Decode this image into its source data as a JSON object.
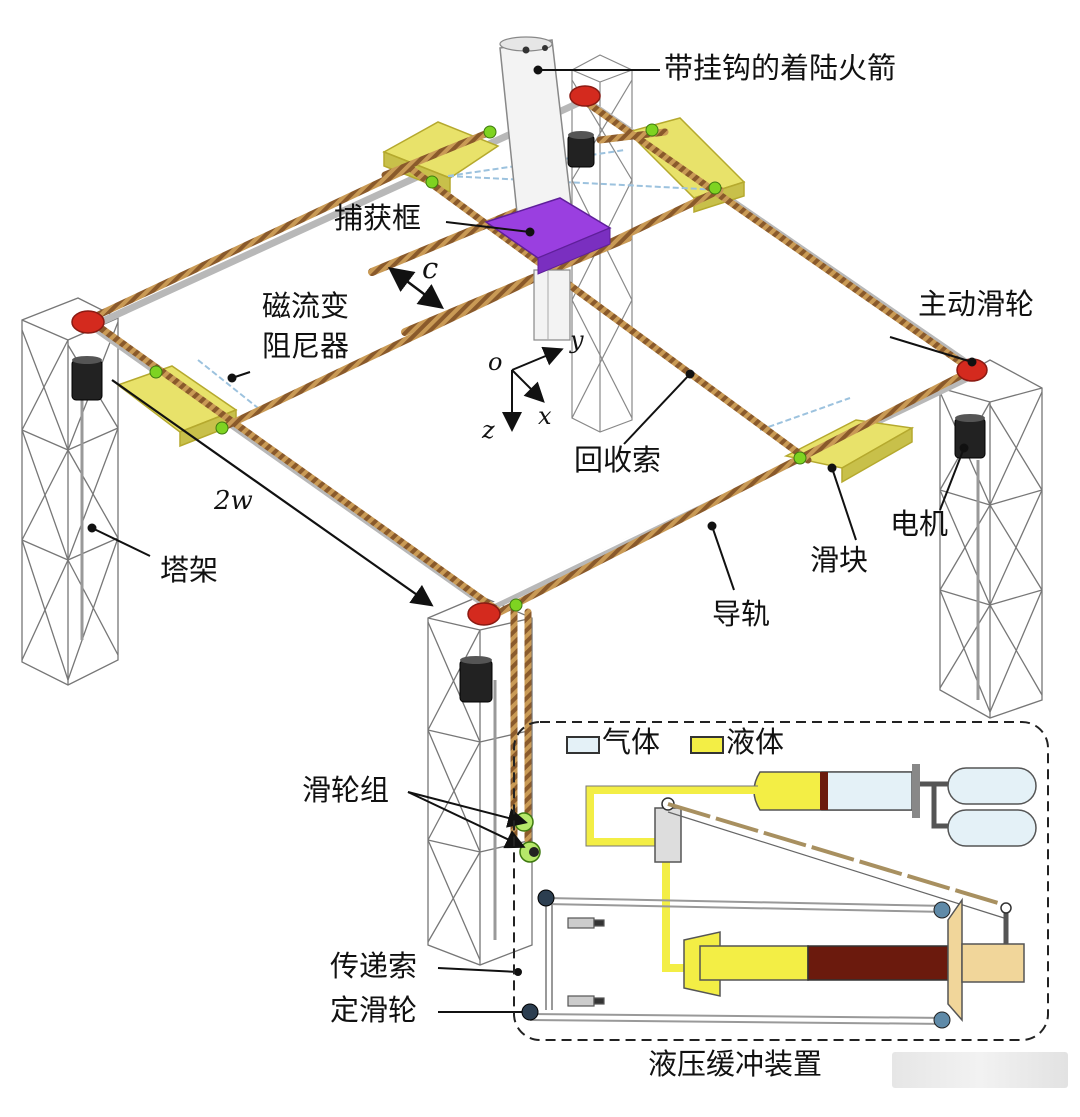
{
  "labels": {
    "rocket": "带挂钩的着陆火箭",
    "capture_frame": "捕获框",
    "mr_damper_line1": "磁流变",
    "mr_damper_line2": "阻尼器",
    "active_pulley": "主动滑轮",
    "recovery_cable": "回收索",
    "motor": "电机",
    "slider": "滑块",
    "guide_rail": "导轨",
    "tower": "塔架",
    "pulley_group": "滑轮组",
    "transmission_cable": "传递索",
    "fixed_pulley": "定滑轮",
    "hydraulic_buffer": "液压缓冲装置"
  },
  "legend": {
    "gas": "气体",
    "liquid": "液体"
  },
  "dimensions": {
    "c": "c",
    "two_w": "2w"
  },
  "axes": {
    "origin": "o",
    "y": "y",
    "z": "z",
    "x": "x"
  },
  "colors": {
    "slider_yellow": "#e8e26a",
    "pulley_red": "#d42a1e",
    "capture_frame_purple": "#9a3fe0",
    "rope_brown": "#8a5a2b",
    "rope_light": "#c99a55",
    "gas_fill": "#e4f1f7",
    "liquid_fill": "#f3ee45",
    "damper_dark": "#6b1a0d",
    "hook_green": "#7ed321"
  }
}
